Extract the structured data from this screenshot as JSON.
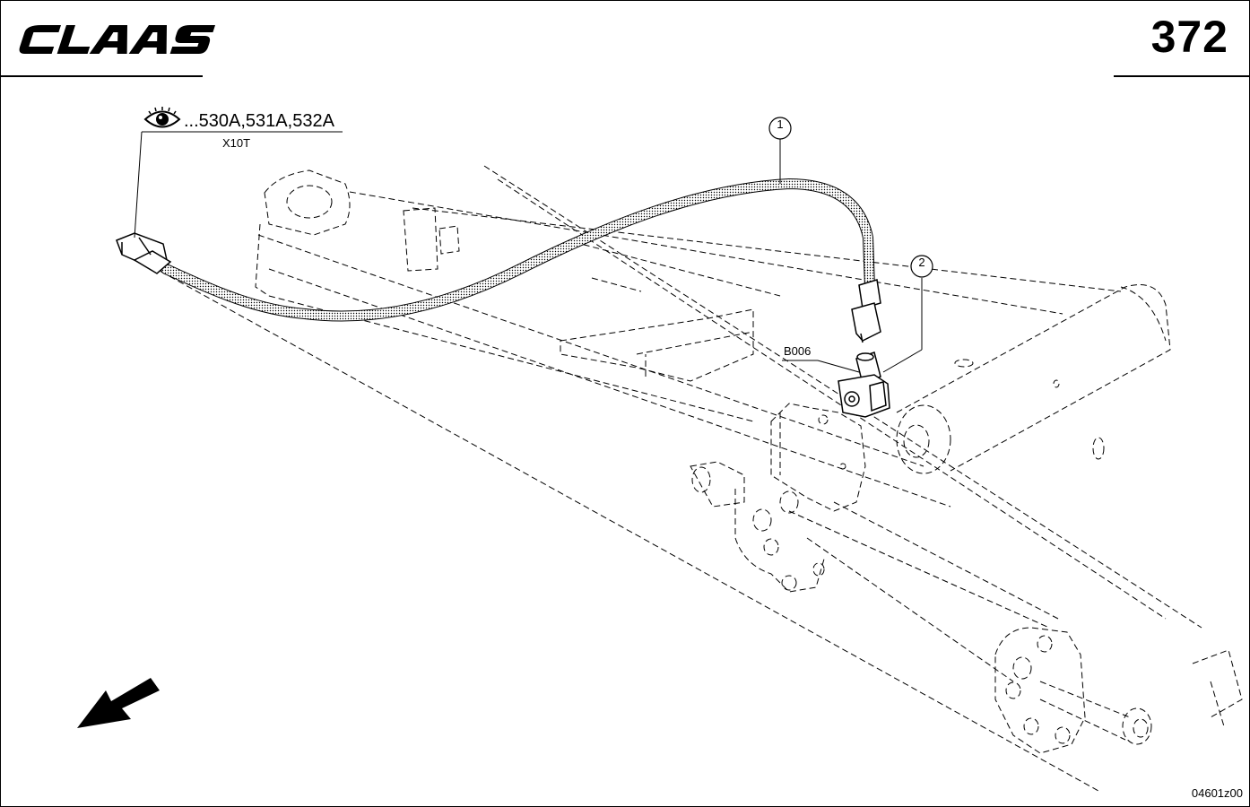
{
  "brand": {
    "logo_text": "CLAAS"
  },
  "header": {
    "page_number": "372"
  },
  "reference": {
    "label": "...530A,531A,532A",
    "connector": "X10T"
  },
  "component": {
    "label": "B006"
  },
  "callouts": [
    "1",
    "2"
  ],
  "footer": {
    "drawing_code": "04601z00"
  },
  "icons": {
    "view_icon": "eye-icon",
    "direction_icon": "arrow-down-left-icon"
  }
}
